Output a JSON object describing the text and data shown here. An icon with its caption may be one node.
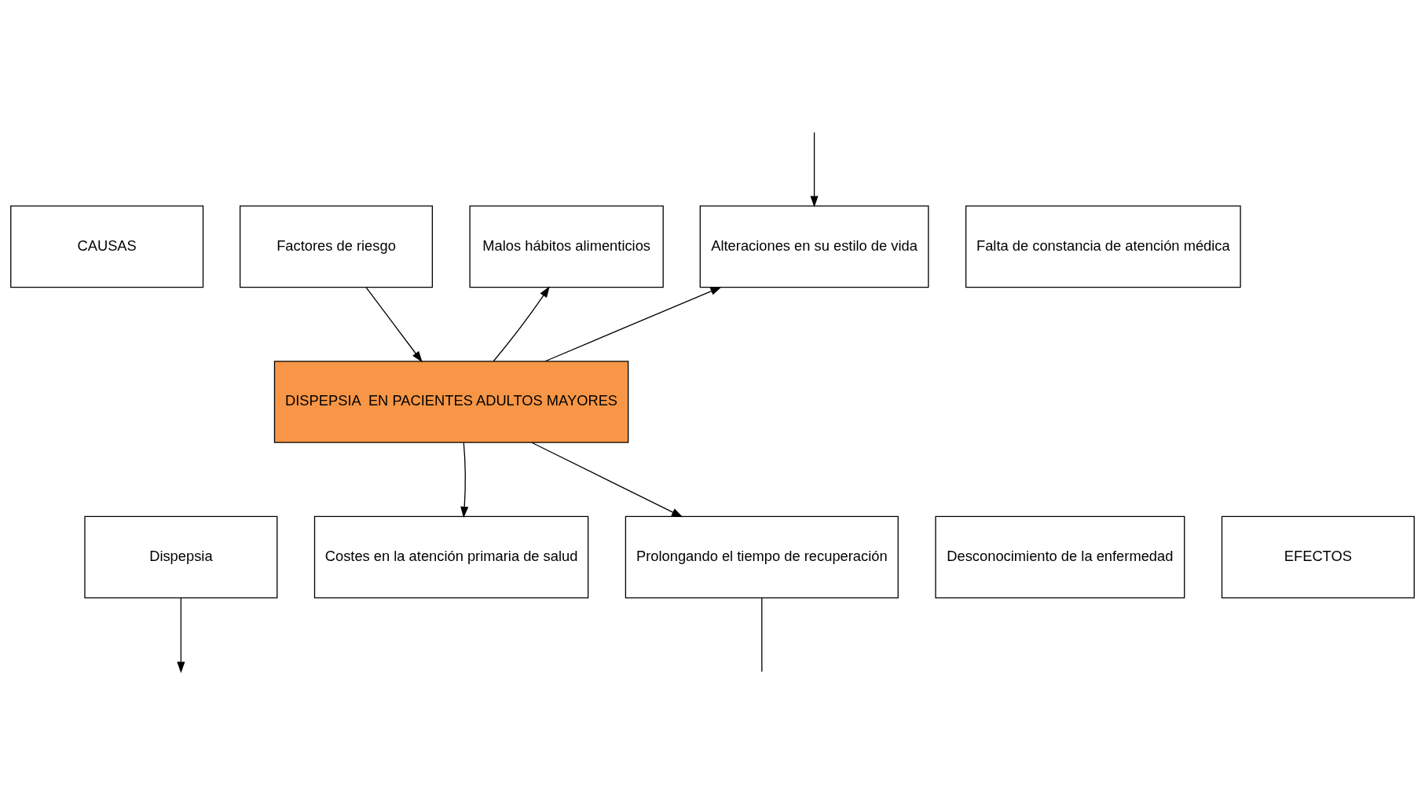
{
  "diagram": {
    "nodes": [
      {
        "text": [
          "CAUSAS"
        ]
      },
      {
        "text": [
          "Factores de riesgo"
        ]
      },
      {
        "text": [
          "Malos hábitos alimenticios"
        ]
      },
      {
        "text": [
          "Alteraciones en su estilo de vida"
        ]
      },
      {
        "text": [
          "Falta de constancia de atención médica"
        ]
      },
      {
        "text": [
          "DISPEPSIA  EN PACIENTES ADULTOS MAYORES"
        ]
      },
      {
        "text": [
          "Dispepsia"
        ]
      },
      {
        "text": [
          "Costes en la atención primaria de salud"
        ]
      },
      {
        "text": [
          "Prolongando el tiempo de recuperación"
        ]
      },
      {
        "text": [
          "Desconocimiento de la enfermedad"
        ]
      },
      {
        "text": [
          "EFECTOS"
        ]
      }
    ],
    "edges": [
      {
        "from": 1,
        "to": 5,
        "arrow": "to"
      },
      {
        "from": 5,
        "to": 2,
        "arrow": "to"
      },
      {
        "from": 5,
        "to": 3,
        "arrow": "to"
      },
      {
        "from": null,
        "to": 3,
        "arrow": "to"
      },
      {
        "from": 6,
        "to": null,
        "arrow": "to"
      },
      {
        "from": 5,
        "to": 7,
        "arrow": "to"
      },
      {
        "from": 5,
        "to": 8,
        "arrow": "to"
      },
      {
        "from": 8,
        "to": null,
        "arrow": "none"
      }
    ]
  }
}
